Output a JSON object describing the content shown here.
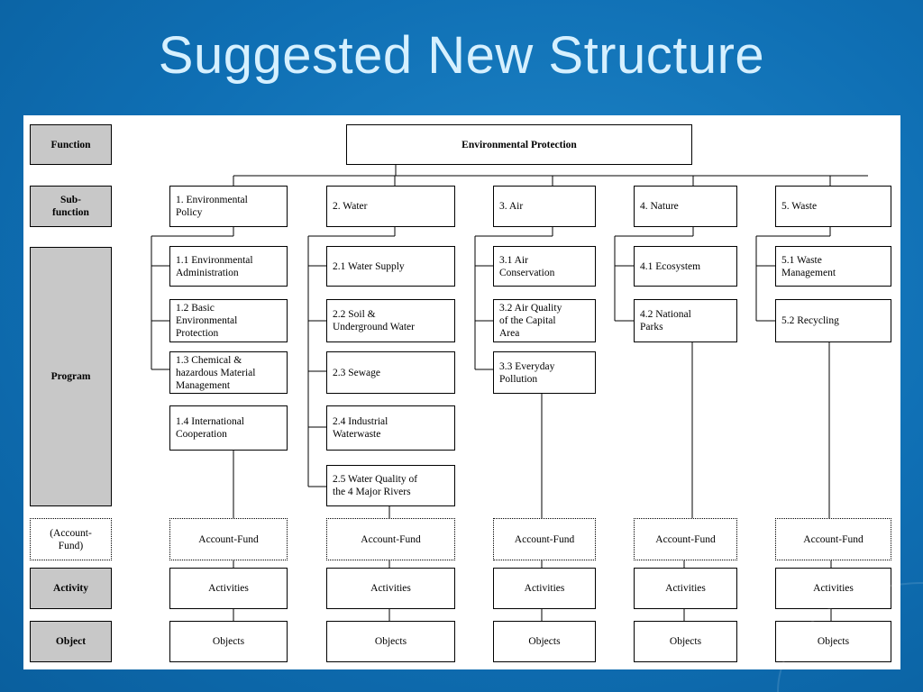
{
  "slide": {
    "title": "Suggested New Structure"
  },
  "levels": {
    "function": "Function",
    "subfunction": "Sub-\nfunction",
    "program": "Program",
    "account_fund": "(Account-\nFund)",
    "activity": "Activity",
    "object": "Object"
  },
  "root": "Environmental Protection",
  "subfunctions": [
    {
      "label": "1. Environmental\nPolicy"
    },
    {
      "label": "2. Water"
    },
    {
      "label": "3. Air"
    },
    {
      "label": "4. Nature"
    },
    {
      "label": "5. Waste"
    }
  ],
  "programs": {
    "env": [
      "1.1 Environmental\n    Administration",
      "1.2  Basic\n    Environmental\n    Protection",
      "1.3 Chemical &\nhazardous Material\nManagement",
      "1.4 International\nCooperation"
    ],
    "water": [
      "2.1  Water Supply",
      "2.2  Soil  &\nUnderground Water",
      "2.3 Sewage",
      "2.4  Industrial\nWaterwaste",
      "2.5 Water Quality of\nthe 4 Major Rivers"
    ],
    "air": [
      "3.1  Air\n  Conservation",
      "3.2  Air Quality\n of the Capital\n Area",
      "3.3  Everyday\n  Pollution"
    ],
    "nature": [
      "4.1  Ecosystem",
      "4.2  National\n Parks"
    ],
    "waste": [
      "5.1 Waste\n    Management",
      "5.2  Recycling"
    ]
  },
  "bottom": {
    "account_fund": "Account-Fund",
    "activities": "Activities",
    "objects": "Objects"
  }
}
